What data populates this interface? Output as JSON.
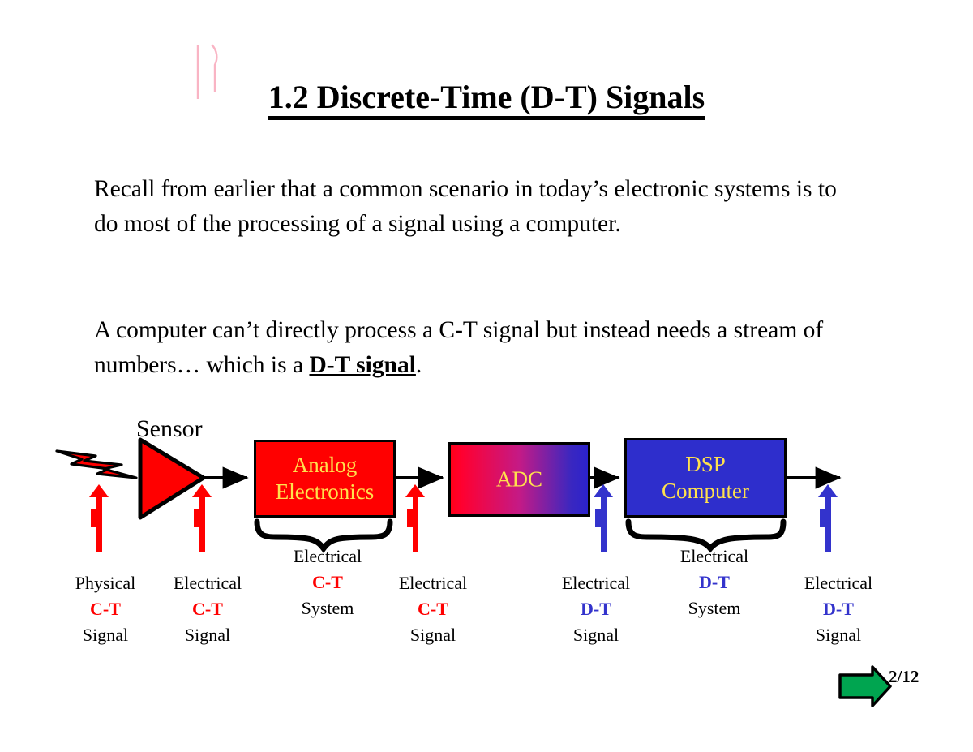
{
  "slide": {
    "title": "1.2 Discrete-Time (D-T) Signals",
    "page_number": "2/12",
    "paragraph1": "Recall from earlier that a common scenario in today’s electronic systems is to do most of the processing of a signal using a computer.",
    "paragraph2_pre": "A computer can’t directly process a C-T signal but instead needs a stream of numbers…  which is a ",
    "paragraph2_bold": "D-T signal",
    "paragraph2_post": "."
  },
  "diagram": {
    "sensor_label": "Sensor",
    "blocks": [
      {
        "id": "analog",
        "label_line1": "Analog",
        "label_line2": "Electronics",
        "fill": "#FF0000",
        "text_color": "#FFE14D"
      },
      {
        "id": "adc",
        "label_line1": "ADC",
        "label_line2": "",
        "fill": "gradient-red-to-blue",
        "text_color": "#FFE14D"
      },
      {
        "id": "dsp",
        "label_line1": "DSP",
        "label_line2": "Computer",
        "fill": "#2E2ECC",
        "text_color": "#FFE14D"
      }
    ],
    "colors": {
      "ct_red": "#FF0000",
      "dt_blue": "#3333CC",
      "arrow_black": "#000000",
      "page_arrow_green": "#00A550"
    },
    "labels": [
      {
        "line1": "Physical",
        "line2": "C-T",
        "line2_kind": "ct",
        "line3": "Signal"
      },
      {
        "line1": "Electrical",
        "line2": "C-T",
        "line2_kind": "ct",
        "line3": "Signal"
      },
      {
        "line1": "Electrical",
        "line2": "C-T",
        "line2_kind": "ct",
        "line3": "System"
      },
      {
        "line1": "Electrical",
        "line2": "C-T",
        "line2_kind": "ct",
        "line3": "Signal"
      },
      {
        "line1": "Electrical",
        "line2": "D-T",
        "line2_kind": "dt",
        "line3": "Signal"
      },
      {
        "line1": "Electrical",
        "line2": "D-T",
        "line2_kind": "dt",
        "line3": "System"
      },
      {
        "line1": "Electrical",
        "line2": "D-T",
        "line2_kind": "dt",
        "line3": "Signal"
      }
    ]
  }
}
